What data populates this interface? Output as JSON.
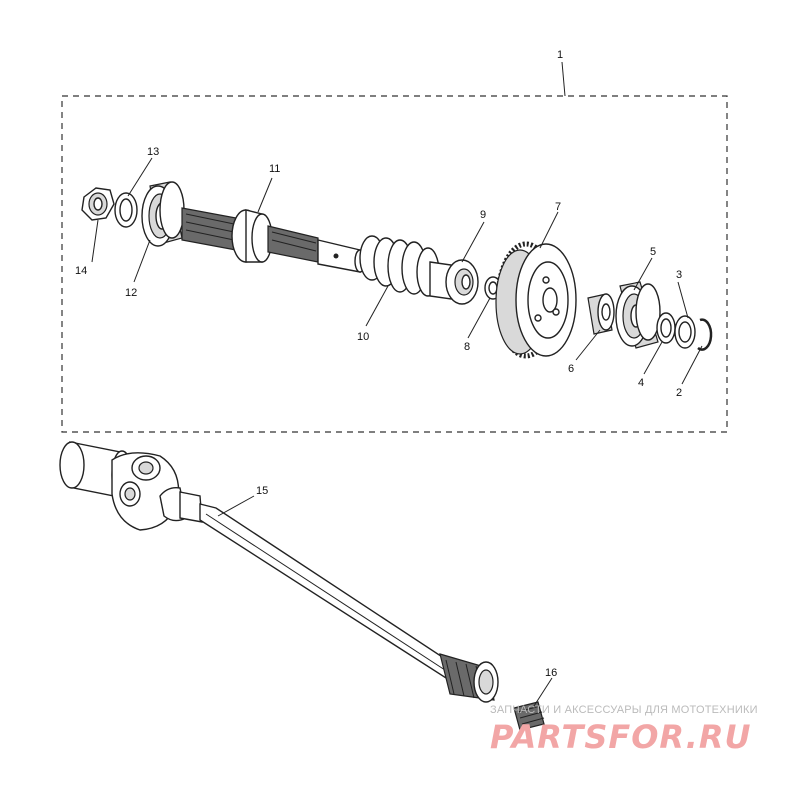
{
  "callouts": {
    "c1": "1",
    "c2": "2",
    "c3": "3",
    "c4": "4",
    "c5": "5",
    "c6": "6",
    "c7": "7",
    "c8": "8",
    "c9": "9",
    "c10": "10",
    "c11": "11",
    "c12": "12",
    "c13": "13",
    "c14": "14",
    "c15": "15",
    "c16": "16"
  },
  "watermark": {
    "tagline": "ЗАПЧАСТИ И АКСЕССУАРЫ ДЛЯ МОТОТЕХНИКИ",
    "brand": "PARTSFOR.RU"
  },
  "colors": {
    "line": "#222222",
    "watermark": "#f2a6a6",
    "watermark_text": "#bbbbbb"
  }
}
